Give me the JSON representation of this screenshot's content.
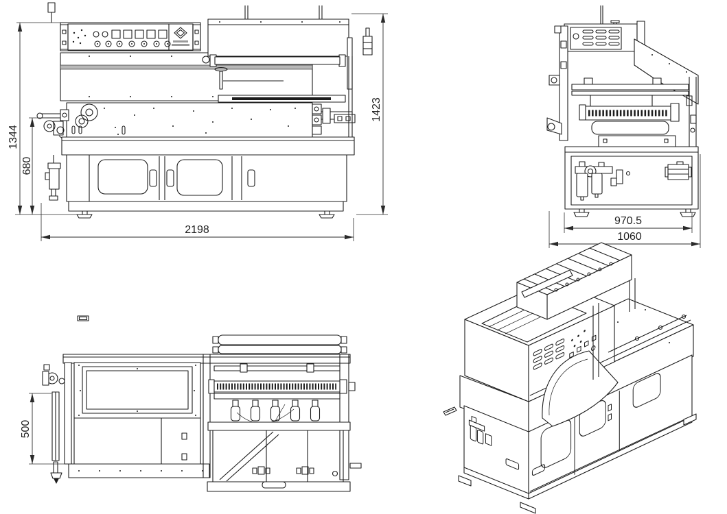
{
  "document": {
    "type": "engineering-drawing",
    "description": "Four-view CAD technical drawing of an automatic side-sealing shrink packaging machine",
    "background": "#ffffff"
  },
  "colors": {
    "line": "#1c1c1c",
    "dim_line": "#2a2a2a",
    "text": "#1f1f1f",
    "stripe": "#b8b8b8"
  },
  "brand": {
    "logo_icon": "diamond-logo"
  },
  "views": {
    "front": {
      "id": "front-elevation",
      "dims": {
        "overall_height": "1344",
        "infeed_height": "680",
        "overall_width": "2198",
        "body_height": "1423"
      }
    },
    "side": {
      "id": "side-elevation",
      "dims": {
        "inner_width": "970.5",
        "overall_width": "1060"
      }
    },
    "rear": {
      "id": "rear-elevation",
      "dims": {
        "frame_height": "500"
      }
    },
    "isometric": {
      "id": "isometric-projection"
    }
  }
}
